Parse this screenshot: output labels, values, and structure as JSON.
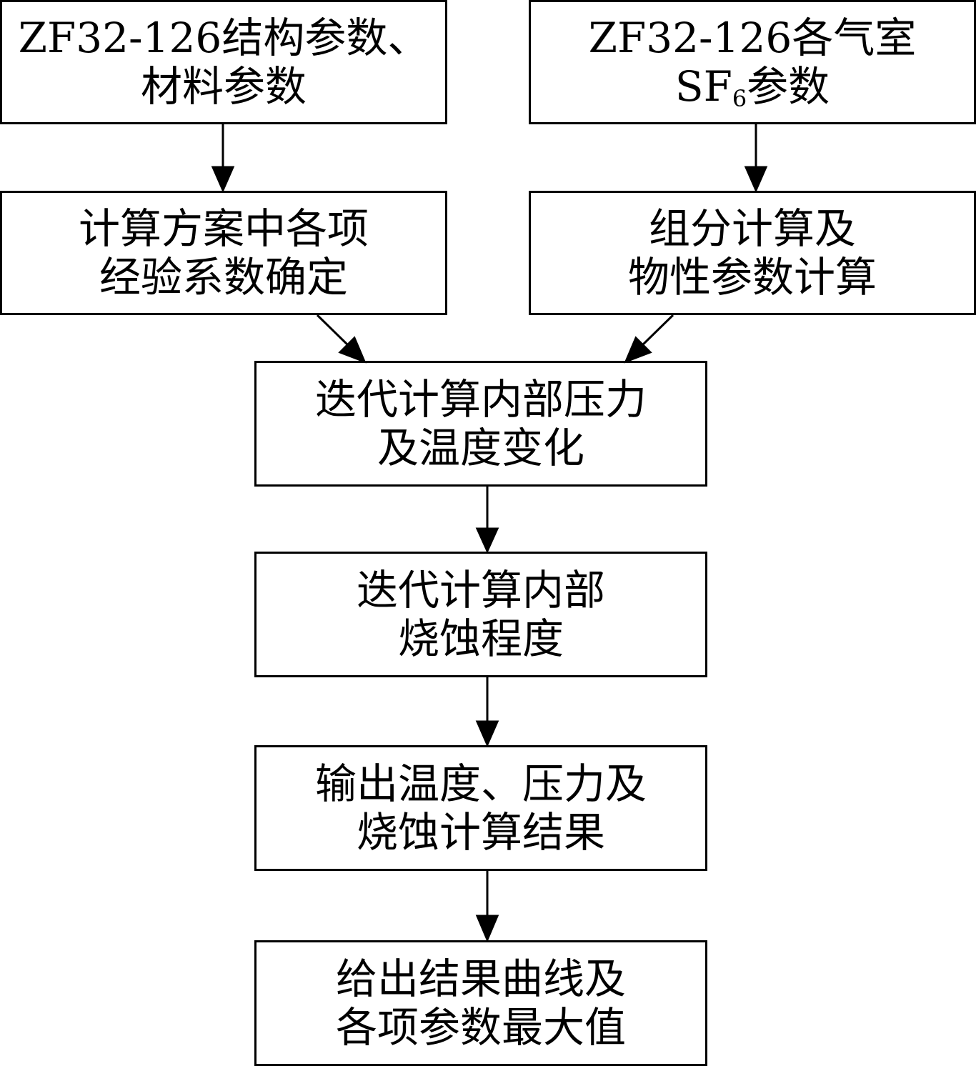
{
  "nodes": {
    "structure_params": {
      "line1": "ZF32-126结构参数、",
      "line2": "材料参数"
    },
    "sf6_params": {
      "line1": "ZF32-126各气室",
      "line2_prefix": "SF",
      "line2_sub": "6",
      "line2_suffix": "参数"
    },
    "empirical_coeff": {
      "line1": "计算方案中各项",
      "line2": "经验系数确定"
    },
    "composition_calc": {
      "line1": "组分计算及",
      "line2": "物性参数计算"
    },
    "pressure_temp": {
      "line1": "迭代计算内部压力",
      "line2": "及温度变化"
    },
    "erosion": {
      "line1": "迭代计算内部",
      "line2": "烧蚀程度"
    },
    "output": {
      "line1": "输出温度、压力及",
      "line2": "烧蚀计算结果"
    },
    "curves": {
      "line1": "给出结果曲线及",
      "line2": "各项参数最大值"
    }
  }
}
